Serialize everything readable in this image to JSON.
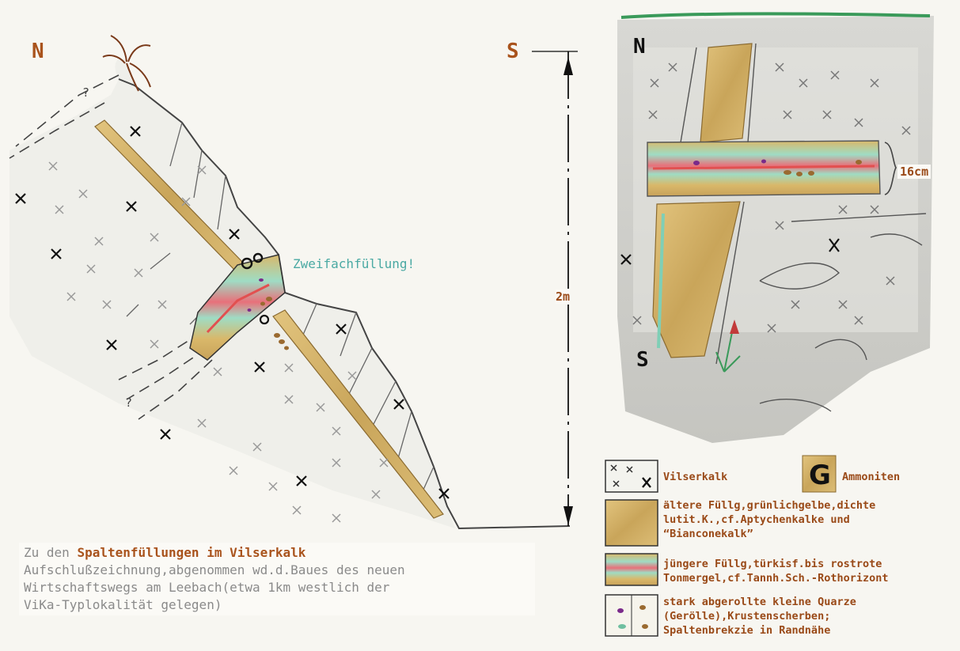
{
  "labels": {
    "north_left": "N",
    "south_left": "S",
    "north_right": "N",
    "south_right": "S",
    "zweifach": "Zweifachfüllung!",
    "height": "2m",
    "thickness": "16cm",
    "question1": "?",
    "question2": "?"
  },
  "caption": {
    "intro": "Zu den ",
    "title": "Spaltenfüllungen im Vilserkalk",
    "line2": "Aufschlußzeichnung,abgenommen wd.d.Baues des neuen",
    "line3": "Wirtschaftswegs am Leebach(etwa 1km westlich der",
    "line4": "ViKa-Typlokalität gelegen)"
  },
  "legend": {
    "vilserkalk": "Vilserkalk",
    "ammoniten": "Ammoniten",
    "aeltere": [
      "ältere Füllg,grünlichgelbe,dichte",
      "lutit.K.,cf.Aptychenkalke und",
      "“Bianconekalk”"
    ],
    "juengere": [
      "jüngere Füllg,türkisf.bis rostrote",
      "Tonmergel,cf.Tannh.Sch.-Rothorizont"
    ],
    "quarze": [
      "stark abgerollte kleine Quarze",
      "(Gerölle),Krustenscherben;",
      "Spaltenbrekzie in Randnähe"
    ]
  },
  "colors": {
    "label_brown": "#a9531c",
    "teal_text": "#4aa9a3",
    "ochre_fill": "#d3b36a",
    "teal_fill": "#8fd4c0",
    "red_band": "#e06a6a",
    "rock_line": "#5a5a5a"
  }
}
